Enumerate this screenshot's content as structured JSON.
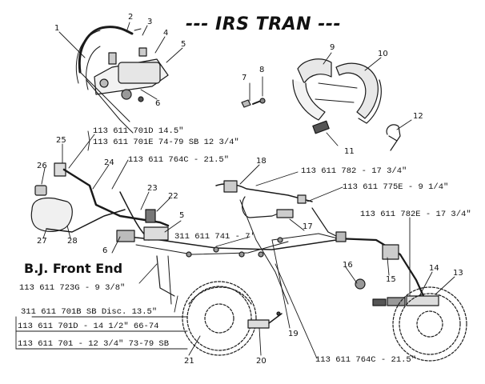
{
  "title": "--- IRS TRAN ---",
  "section_label": "B.J. Front End",
  "part_labels": [
    "113 611 701D 14.5\"",
    "113 611 701E 74-79 SB 12 3/4\"",
    "113 611 764C - 21.5\"",
    "113 611 782 - 17 3/4\"",
    "113 611 775E - 9 1/4\"",
    "113 611 782E - 17 3/4\"",
    "311 611 741 - 7'",
    "113 611 723G - 9 3/8\"",
    "311 611 701B SB Disc. 13.5\"",
    "113 611 701D - 14 1/2\" 66-74",
    "113 611 701 - 12 3/4\" 73-79 SB",
    "113 611 764C - 21.5\""
  ],
  "callouts": [
    "1",
    "2",
    "3",
    "4",
    "5",
    "6",
    "7",
    "8",
    "9",
    "10",
    "11",
    "12",
    "13",
    "14",
    "15",
    "16",
    "17",
    "18",
    "19",
    "20",
    "21",
    "22",
    "23",
    "24",
    "25",
    "26",
    "27",
    "28",
    "5",
    "6"
  ]
}
